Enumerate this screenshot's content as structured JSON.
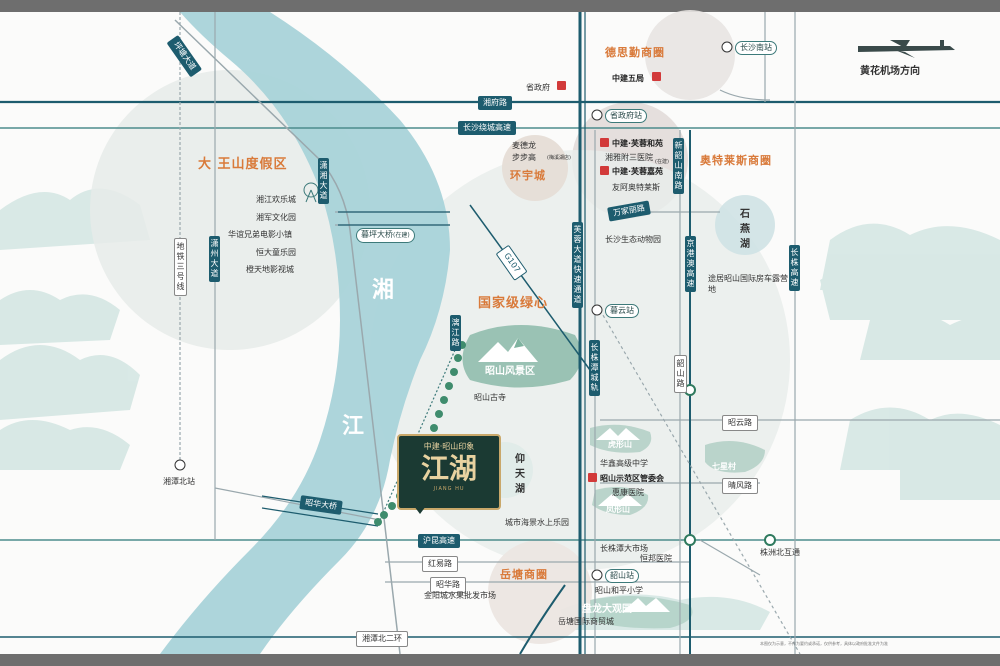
{
  "districts": {
    "dawangshan": "大 王山度假区",
    "desiqin": "德思勤商圈",
    "outlets": "奥特莱斯商圈",
    "huanyu": "环宇城",
    "national_green": "国家级绿心",
    "yuetang": "岳塘商圈"
  },
  "river": {
    "char1": "湘",
    "char2": "江"
  },
  "lakes": {
    "shiyan": "石燕湖",
    "yangtian": "仰天湖"
  },
  "roads": {
    "pingtang": "坪塘大道",
    "xiangfu": "湘府路",
    "raocheng": "长沙绕城高速",
    "xiaoxiang": "潇湘大道",
    "muping_bridge": "暮坪大桥",
    "muping_bridge_note": "(在建)",
    "lijiang": "漓江路",
    "zhaohua_bridge": "昭华大桥",
    "huzhou": "沪昆高速",
    "hongyi": "红易路",
    "zhaohua_rd": "昭华路",
    "xiangtan_ring": "湘潭北二环",
    "furong": "芙蓉大道快速通道",
    "jinggang": "京港澳高速",
    "xinshaoshan": "新韶山南路",
    "wanjiali": "万家丽路",
    "g107": "G107",
    "changzhutan": "长株潭城轨",
    "shaoshan_rd": "韶山路",
    "zhaoyun": "昭云路",
    "qingfeng": "晴风路",
    "changsha_gaosu": "长株高速",
    "xiangzhou": "潇州大道",
    "ditie3": "地铁三号线"
  },
  "stations": {
    "changsha_south": "长沙南站",
    "shengzhengfu_st": "省政府站",
    "muyun_st": "暮云站",
    "xiangtan_north": "湘潭北站",
    "zhuzhou_north": "株洲北互通",
    "shaoshan_st": "韶山站"
  },
  "airport": "黄花机场方向",
  "pois": {
    "shengzhengfu": "省政府",
    "zhongjian5": "中建五局",
    "mcdonalds": "麦德龙",
    "bubugao": "步步高",
    "bubugao_note": "(梅溪湖店)",
    "zhongjian_furong_he": "中建·芙蓉和苑",
    "xiangya_fu3": "湘雅附三医院",
    "xiangya_note": "(在建)",
    "zhongjian_furong_jia": "中建·芙蓉嘉苑",
    "youa_outlets": "友阿奥特莱斯",
    "xiangjiang_huanle": "湘江欢乐城",
    "xiangjun": "湘军文化园",
    "huayi": "华谊兄弟电影小镇",
    "hengda": "恒大童乐园",
    "chengtian": "橙天地影视城",
    "shengtai_zoo": "长沙生态动物园",
    "zhaoshan_scenic": "昭山风景区",
    "zhaoshan_temple": "昭山古寺",
    "yuanjing_camp": "途居昭山国际房车露营地",
    "huxingshan": "虎形山",
    "huaxin_school": "华鑫高级中学",
    "zhaoshan_committee": "昭山示范区管委会",
    "huikang": "惠康医院",
    "fengxingshan": "凤形山",
    "qixing": "七星村",
    "water_park": "城市海景水上乐园",
    "changzhutan_market": "长株潭大市场",
    "hengbang": "恒邦医院",
    "jinyang_market": "金阳城水果批发市场",
    "zhaoshan_primary": "昭山和平小学",
    "panlong": "盘龙大观园",
    "yuetang_intl": "岳塘国际商贸城"
  },
  "project": {
    "brand": "中建·昭山印象",
    "name": "江湖",
    "sub": "JIANG HU"
  },
  "disclaimer": "本图仅为示意，不作为要约或承诺，仅供参考，具体以政府批准文件为准",
  "colors": {
    "road_dark": "#1d5c6e",
    "river": "#a9d3d9",
    "district": "#d97a3a",
    "green": "#5e9c86",
    "marker": "#d23a3a"
  }
}
